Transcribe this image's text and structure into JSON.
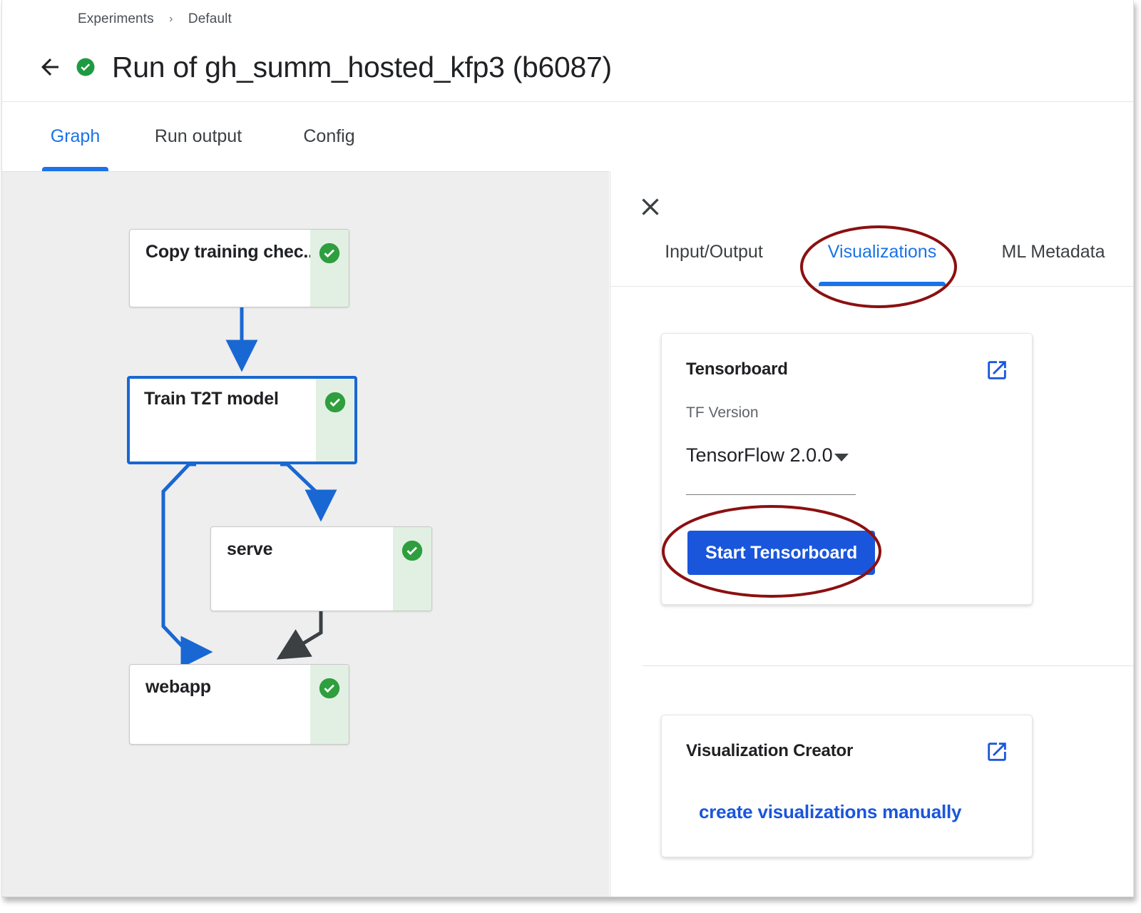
{
  "header": {
    "breadcrumb": [
      "Experiments",
      "Default"
    ],
    "breadcrumb_separator": "›",
    "back_icon": "arrow-left-icon",
    "status_icon": "check-circle-icon",
    "title": "Run of gh_summ_hosted_kfp3 (b6087)"
  },
  "tabs": [
    {
      "label": "Graph",
      "active": true
    },
    {
      "label": "Run output",
      "active": false
    },
    {
      "label": "Config",
      "active": false
    }
  ],
  "graph": {
    "nodes": [
      {
        "label": "Copy training chec...",
        "status": "succeeded",
        "selected": false
      },
      {
        "label": "Train T2T model",
        "status": "succeeded",
        "selected": true
      },
      {
        "label": "serve",
        "status": "succeeded",
        "selected": false
      },
      {
        "label": "webapp",
        "status": "succeeded",
        "selected": false
      }
    ],
    "edges": [
      {
        "from": "Copy training chec...",
        "to": "Train T2T model",
        "color": "#1967d2"
      },
      {
        "from": "Train T2T model",
        "to": "serve",
        "color": "#1967d2"
      },
      {
        "from": "Train T2T model",
        "to": "webapp",
        "color": "#1967d2"
      },
      {
        "from": "serve",
        "to": "webapp",
        "color": "#3c4043"
      }
    ]
  },
  "side_panel": {
    "close_icon": "close-icon",
    "tabs": [
      {
        "label": "Input/Output",
        "active": false
      },
      {
        "label": "Visualizations",
        "active": true
      },
      {
        "label": "ML Metadata",
        "active": false
      }
    ],
    "tensorboard_card": {
      "title": "Tensorboard",
      "link_icon": "open-in-new-icon",
      "field_label": "TF Version",
      "selected_version": "TensorFlow 2.0.0",
      "dropdown_icon": "chevron-down-icon",
      "button_label": "Start Tensorboard"
    },
    "visualization_creator_card": {
      "title": "Visualization Creator",
      "link_icon": "open-in-new-icon",
      "link_label": "create visualizations manually"
    }
  },
  "annotations": {
    "color": "#8B1010",
    "shapes": [
      {
        "name": "ellipse-around-visualizations-tab"
      },
      {
        "name": "ellipse-around-start-tensorboard-button"
      }
    ]
  },
  "colors": {
    "accent_blue": "#1a73e8",
    "button_blue": "#1a56db",
    "node_border_selected": "#1967d2",
    "status_green": "#2e9e3e",
    "status_band": "#e2f0e3",
    "graph_bg": "#eeeeee",
    "annotation_red": "#8B1010"
  }
}
